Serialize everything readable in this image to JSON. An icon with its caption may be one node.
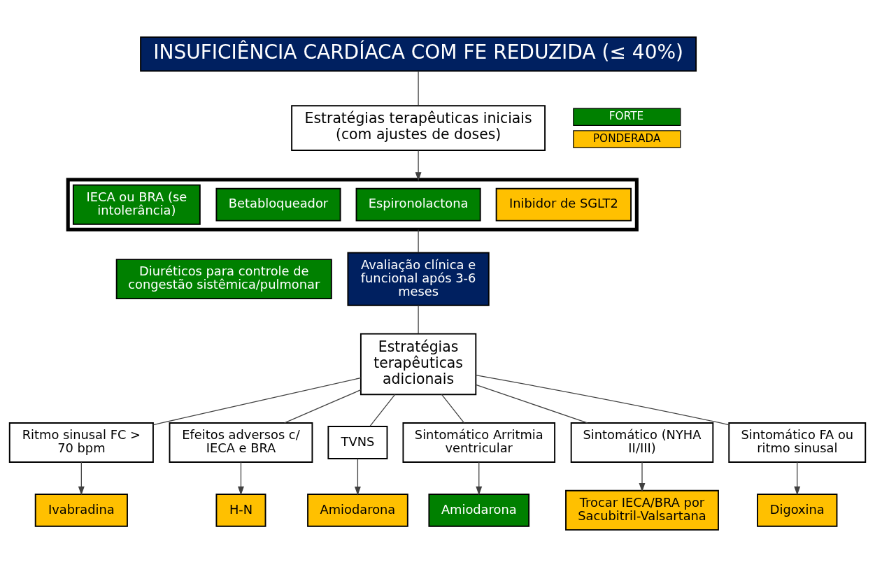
{
  "diagram": {
    "nodes": [
      {
        "text": [
          "INSUFICIÊNCIA CARDÍACA COM FE REDUZIDA (≤ 40%)"
        ]
      },
      {
        "text": [
          "Estratégias terapêuticas iniciais (com ajustes de doses)"
        ]
      },
      {
        "text": [],
        "shape": "box"
      },
      {
        "text": [
          "IECA ou BRA (se intolerância)"
        ],
        "in": 2
      },
      {
        "text": [
          "Betabloqueador"
        ],
        "in": 2
      },
      {
        "text": [
          "Espironolactona"
        ],
        "in": 2
      },
      {
        "text": [
          "Inibidor de SGLT2"
        ],
        "in": 2
      },
      {
        "text": [
          "Avaliação clínica e funcional após 3-6 meses"
        ]
      },
      {
        "text": [
          "Estratégias terapêuticas adicionais"
        ]
      },
      {
        "text": [
          "Ritmo sinusal FC > 70 bpm"
        ]
      },
      {
        "text": [
          "Efeitos adversos c/ IECA e BRA"
        ]
      },
      {
        "text": [
          "TVNS"
        ]
      },
      {
        "text": [
          "Sintomático Arritmia ventricular"
        ]
      },
      {
        "text": [
          "Sintomático (NYHA II/III)"
        ]
      },
      {
        "text": [
          "Sintomático FA ou ritmo sinusal"
        ]
      },
      {
        "text": [
          "Ivabradina"
        ]
      },
      {
        "text": [
          "H-N"
        ]
      },
      {
        "text": [
          "Amiodarona"
        ]
      },
      {
        "text": [
          "Amiodarona"
        ]
      },
      {
        "text": [
          "Trocar IECA/BRA por Sacubitril-Valsartana"
        ]
      },
      {
        "text": [
          "Digoxina"
        ]
      },
      {
        "text": [
          "Diuréticos para controle de congestão sistêmica/pulmonar"
        ]
      }
    ],
    "edges": [
      {
        "from": 0,
        "to": 1,
        "arrow": "none"
      },
      {
        "from": 1,
        "to": 2,
        "arrow": "to"
      },
      {
        "from": 2,
        "to": 7,
        "arrow": "none"
      },
      {
        "from": 7,
        "to": 8,
        "arrow": "none"
      },
      {
        "from": 8,
        "to": 9,
        "arrow": "none"
      },
      {
        "from": 8,
        "to": 10,
        "arrow": "none"
      },
      {
        "from": 8,
        "to": 11,
        "arrow": "none"
      },
      {
        "from": 8,
        "to": 12,
        "arrow": "none"
      },
      {
        "from": 8,
        "to": 13,
        "arrow": "none"
      },
      {
        "from": 8,
        "to": 14,
        "arrow": "none"
      },
      {
        "from": 9,
        "to": 15,
        "arrow": "to"
      },
      {
        "from": 10,
        "to": 16,
        "arrow": "to"
      },
      {
        "from": 11,
        "to": 17,
        "arrow": "to"
      },
      {
        "from": 12,
        "to": 18,
        "arrow": "to"
      },
      {
        "from": 13,
        "to": 19,
        "arrow": "to"
      },
      {
        "from": 14,
        "to": 20,
        "arrow": "to"
      }
    ],
    "legend": [
      {
        "text": "FORTE",
        "color": "#008000"
      },
      {
        "text": "PONDERADA",
        "color": "#ffc000"
      }
    ]
  }
}
